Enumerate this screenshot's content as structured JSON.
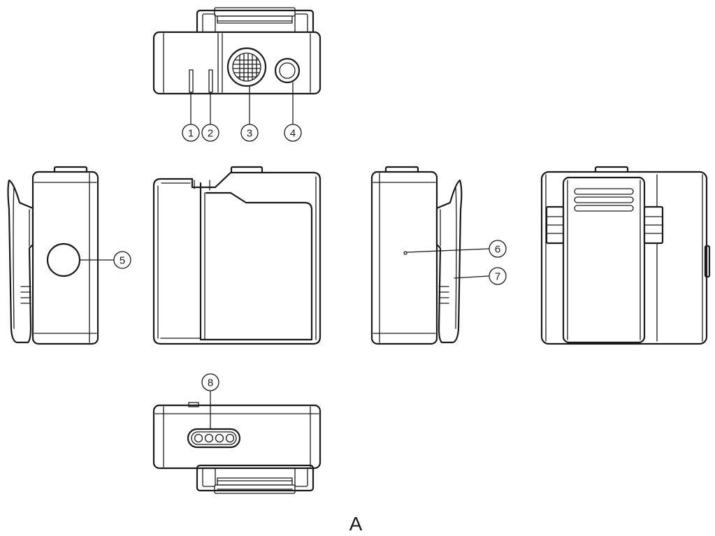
{
  "figure": {
    "label": "A"
  },
  "callouts": {
    "c1": "1",
    "c2": "2",
    "c3": "3",
    "c4": "4",
    "c5": "5",
    "c6": "6",
    "c7": "7",
    "c8": "8"
  }
}
